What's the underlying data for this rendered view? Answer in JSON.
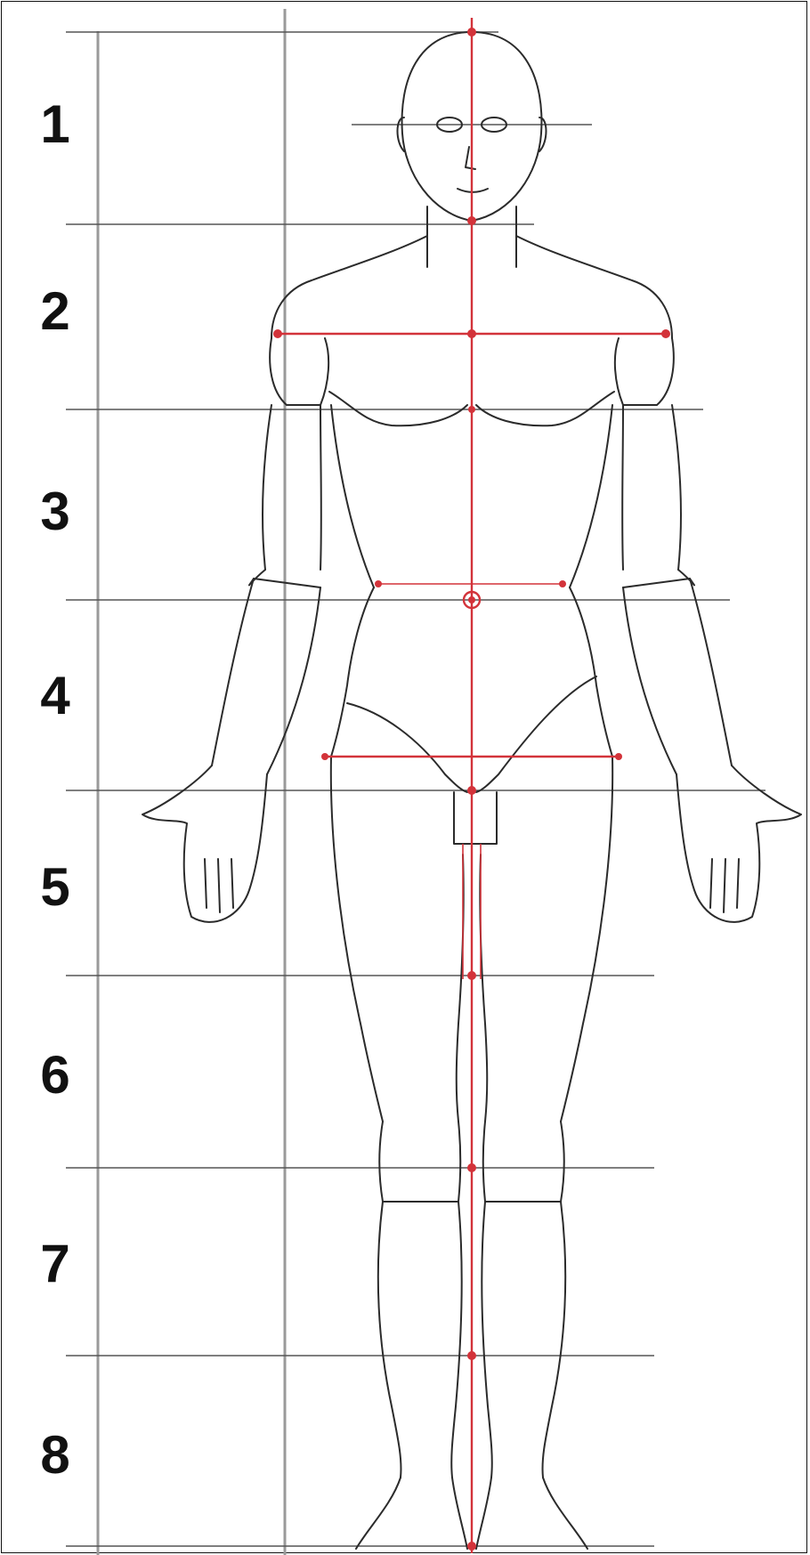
{
  "head_units": [
    "1",
    "2",
    "3",
    "4",
    "5",
    "6",
    "7",
    "8"
  ],
  "colors": {
    "outline": "#2b2b2b",
    "guide": "#555555",
    "proportion_mark": "#d3333a",
    "background": "#ffffff",
    "label": "#111111"
  }
}
